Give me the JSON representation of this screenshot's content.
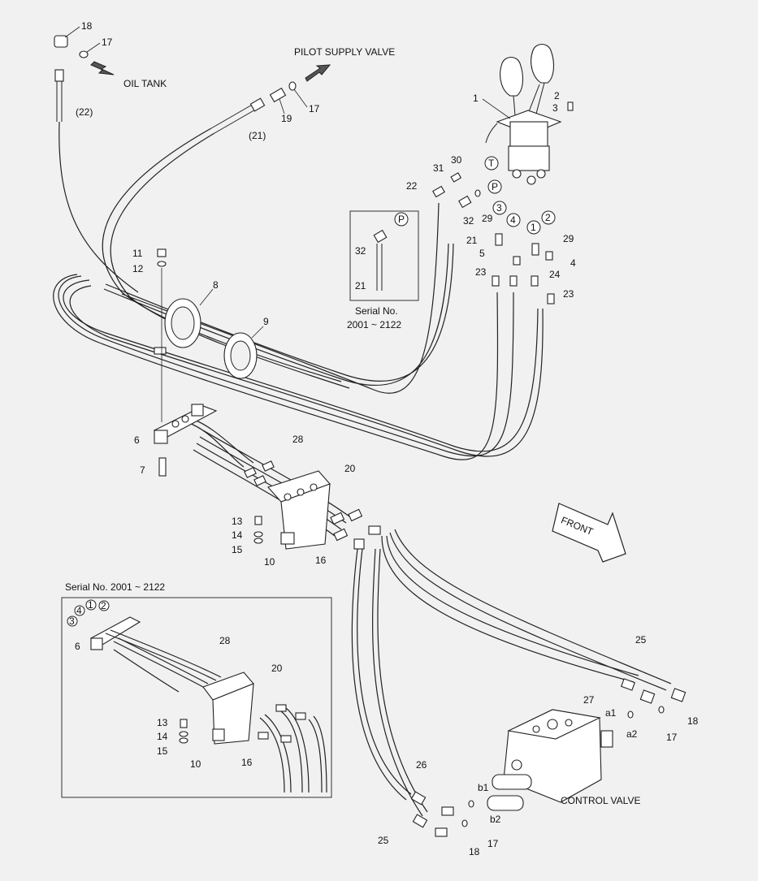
{
  "diagram": {
    "labels": {
      "oil_tank": "OIL TANK",
      "pilot_supply_valve": "PILOT SUPPLY VALVE",
      "front": "FRONT",
      "control_valve": "CONTROL VALVE",
      "serial_box_small_line1": "Serial No.",
      "serial_box_small_line2": "2001 ~ 2122",
      "serial_box_large": "Serial No. 2001 ~ 2122"
    },
    "callouts": {
      "c1": "1",
      "c2": "2",
      "c3": "3",
      "c4": "4",
      "c5": "5",
      "c6": "6",
      "c7": "7",
      "c8": "8",
      "c9": "9",
      "c10": "10",
      "c11": "11",
      "c12": "12",
      "c13": "13",
      "c14": "14",
      "c15": "15",
      "c16": "16",
      "c17": "17",
      "c18": "18",
      "c19": "19",
      "c20": "20",
      "c21": "21",
      "c22": "22",
      "c23": "23",
      "c24": "24",
      "c25": "25",
      "c26": "26",
      "c27": "27",
      "c28": "28",
      "c29": "29",
      "c30": "30",
      "c31": "31",
      "c32": "32",
      "p21": "(21)",
      "p22": "(22)",
      "a1": "a1",
      "a2": "a2",
      "b1": "b1",
      "b2": "b2"
    },
    "port_markers": {
      "T": "T",
      "P": "P",
      "m1": "1",
      "m2": "2",
      "m3": "3",
      "m4": "4"
    }
  }
}
